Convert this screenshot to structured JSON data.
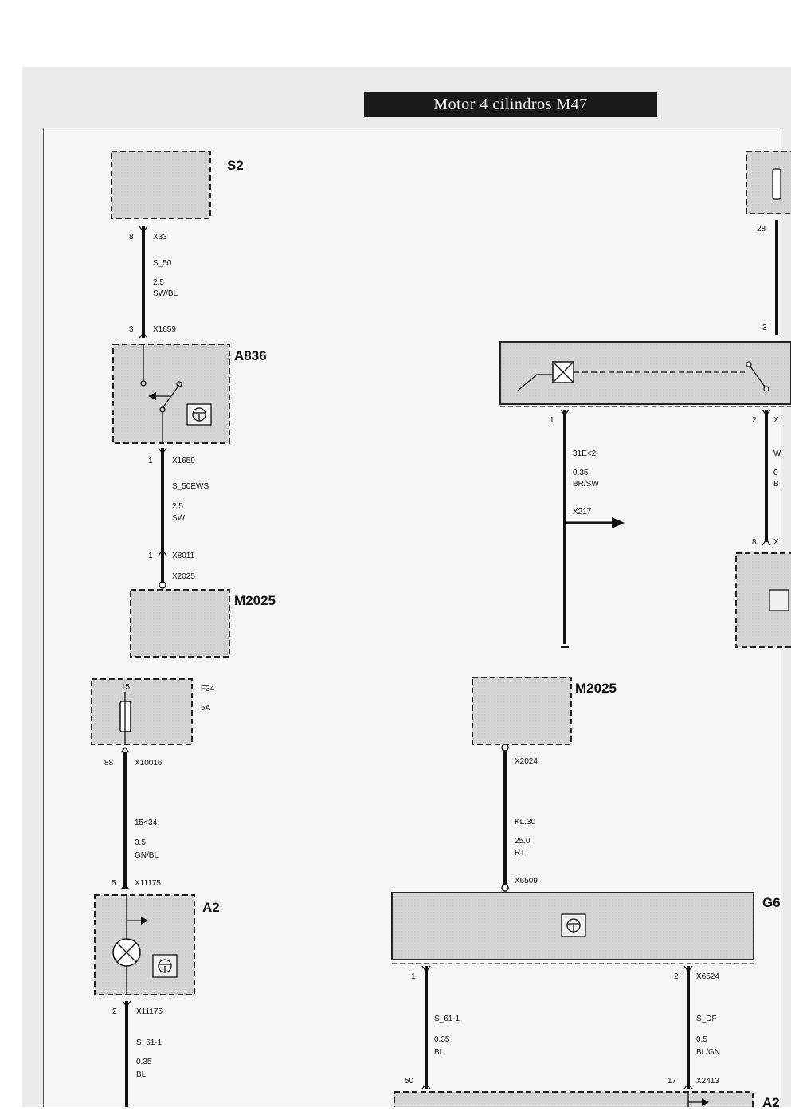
{
  "title": "Motor 4 cilindros M47",
  "components": {
    "s2": "S2",
    "a836": "A836",
    "m2025a": "M2025",
    "m2025b": "M2025",
    "a2": "A2",
    "g6": "G6",
    "a2b": "A2",
    "f34": "F34",
    "f34_rating": "5A",
    "f34_pin": "15"
  },
  "wire1": {
    "pin_top": "8",
    "conn_top": "X33",
    "signal": "S_50",
    "gauge": "2.5",
    "color": "SW/BL",
    "pin_bottom": "3",
    "conn_bottom": "X1659"
  },
  "wire2": {
    "pin_top": "1",
    "conn_top": "X1659",
    "signal": "S_50EWS",
    "gauge": "2.5",
    "color": "SW",
    "pin_bottom": "1",
    "conn_bottom": "X8011",
    "conn_bottom2": "X2025"
  },
  "wire3": {
    "pin_top": "88",
    "conn_top": "X10016",
    "signal": "15<34",
    "gauge": "0.5",
    "color": "GN/BL",
    "pin_bottom": "5",
    "conn_bottom": "X11175"
  },
  "wire4": {
    "pin_top": "2",
    "conn_top": "X11175",
    "signal": "S_61-1",
    "gauge": "0.35",
    "color": "BL"
  },
  "wire5": {
    "pin_top": "1",
    "signal": "31E<2",
    "gauge": "0.35",
    "color": "BR/SW",
    "conn_out": "X217"
  },
  "wire6": {
    "pin_top": "2",
    "conn_top": "X",
    "signal": "W",
    "gauge": "0",
    "color": "B",
    "pin_bottom": "8",
    "conn_bottom": "X"
  },
  "wire7": {
    "pin_top": "28",
    "pin_bottom": "3"
  },
  "wire8": {
    "conn_top": "X2024",
    "signal": "KL.30",
    "gauge": "25.0",
    "color": "RT",
    "conn_bottom": "X6509"
  },
  "wire9": {
    "pin_top": "1",
    "signal": "S_61-1",
    "gauge": "0.35",
    "color": "BL",
    "pin_bottom": "50"
  },
  "wire10": {
    "pin_top": "2",
    "conn_top": "X6524",
    "signal": "S_DF",
    "gauge": "0.5",
    "color": "BL/GN",
    "pin_bottom": "17",
    "conn_bottom": "X2413"
  }
}
